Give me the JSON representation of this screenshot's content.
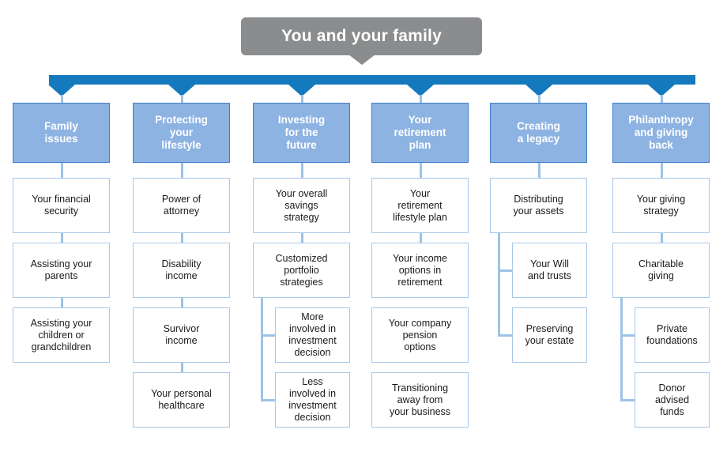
{
  "diagram": {
    "title": "You and your family",
    "colors": {
      "title_bubble": "#8a8c8e",
      "bus_bar": "#1479bd",
      "category_fill": "#8db3e2",
      "category_border": "#3d7cc9",
      "node_border": "#a8c8e8",
      "connector": "#9dc3e6",
      "node_fill": "#ffffff",
      "title_text": "#ffffff",
      "node_text": "#1a1a1a"
    },
    "columns": [
      {
        "id": "family-issues",
        "header": "Family\nissues",
        "nodes": [
          {
            "label": "Your financial\nsecurity",
            "indent": false
          },
          {
            "label": "Assisting your\nparents",
            "indent": false
          },
          {
            "label": "Assisting your\nchildren or\ngrandchildren",
            "indent": false
          }
        ]
      },
      {
        "id": "protecting-your-lifestyle",
        "header": "Protecting\nyour\nlifestyle",
        "nodes": [
          {
            "label": "Power of\nattorney",
            "indent": false
          },
          {
            "label": "Disability\nincome",
            "indent": false
          },
          {
            "label": "Survivor\nincome",
            "indent": false
          },
          {
            "label": "Your personal\nhealthcare",
            "indent": false
          }
        ]
      },
      {
        "id": "investing-for-the-future",
        "header": "Investing\nfor the\nfuture",
        "nodes": [
          {
            "label": "Your overall\nsavings\nstrategy",
            "indent": false
          },
          {
            "label": "Customized\nportfolio\nstrategies",
            "indent": false
          },
          {
            "label": "More\ninvolved in\ninvestment\ndecision",
            "indent": true
          },
          {
            "label": "Less\ninvolved in\ninvestment\ndecision",
            "indent": true
          }
        ]
      },
      {
        "id": "your-retirement-plan",
        "header": "Your\nretirement\nplan",
        "nodes": [
          {
            "label": "Your\nretirement\nlifestyle plan",
            "indent": false
          },
          {
            "label": "Your income\noptions in\nretirement",
            "indent": false
          },
          {
            "label": "Your company\npension\noptions",
            "indent": false
          },
          {
            "label": "Transitioning\naway from\nyour business",
            "indent": false
          }
        ]
      },
      {
        "id": "creating-a-legacy",
        "header": "Creating\na legacy",
        "nodes": [
          {
            "label": "Distributing\nyour assets",
            "indent": false
          },
          {
            "label": "Your Will\nand trusts",
            "indent": true
          },
          {
            "label": "Preserving\nyour estate",
            "indent": true
          }
        ]
      },
      {
        "id": "philanthropy-and-giving-back",
        "header": "Philanthropy\nand giving\nback",
        "nodes": [
          {
            "label": "Your giving\nstrategy",
            "indent": false
          },
          {
            "label": "Charitable\ngiving",
            "indent": false
          },
          {
            "label": "Private\nfoundations",
            "indent": true
          },
          {
            "label": "Donor\nadvised\nfunds",
            "indent": true
          }
        ]
      }
    ]
  }
}
